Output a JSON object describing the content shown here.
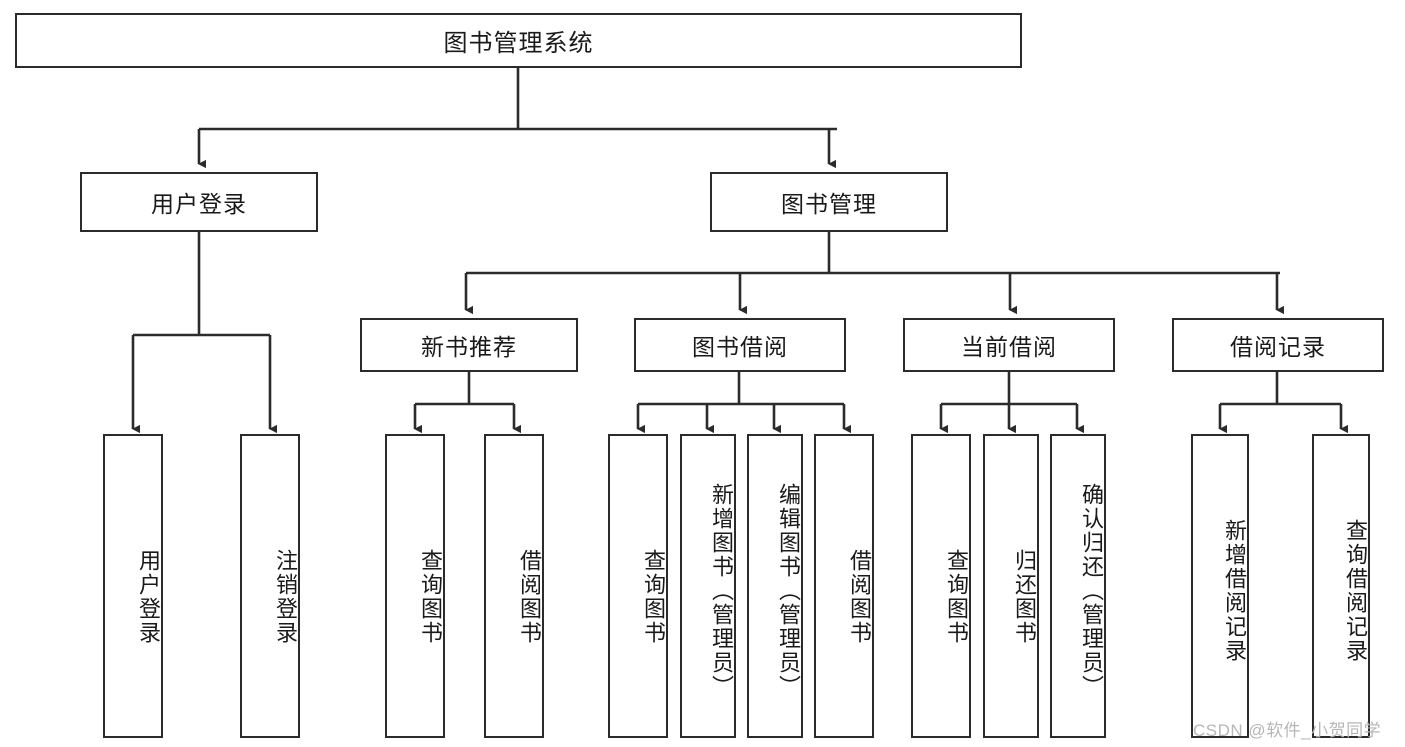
{
  "diagram": {
    "title": "图书管理系统",
    "type": "hierarchy-tree",
    "root": {
      "label": "图书管理系统"
    },
    "level2": [
      {
        "label": "用户登录"
      },
      {
        "label": "图书管理"
      }
    ],
    "level3": [
      {
        "label": "新书推荐"
      },
      {
        "label": "图书借阅"
      },
      {
        "label": "当前借阅"
      },
      {
        "label": "借阅记录"
      }
    ],
    "leaves": [
      {
        "label": "用户登录",
        "parent": "用户登录"
      },
      {
        "label": "注销登录",
        "parent": "用户登录"
      },
      {
        "label": "查询图书",
        "parent": "新书推荐"
      },
      {
        "label": "借阅图书",
        "parent": "新书推荐"
      },
      {
        "label": "查询图书",
        "parent": "图书借阅"
      },
      {
        "label": "新增图书（管理员）",
        "parent": "图书借阅"
      },
      {
        "label": "编辑图书（管理员）",
        "parent": "图书借阅"
      },
      {
        "label": "借阅图书",
        "parent": "图书借阅"
      },
      {
        "label": "查询图书",
        "parent": "当前借阅"
      },
      {
        "label": "归还图书",
        "parent": "当前借阅"
      },
      {
        "label": "确认归还（管理员）",
        "parent": "当前借阅"
      },
      {
        "label": "新增借阅记录",
        "parent": "借阅记录"
      },
      {
        "label": "查询借阅记录",
        "parent": "借阅记录"
      }
    ],
    "colors": {
      "border": "#2b2b2b",
      "background": "#ffffff",
      "text": "#1a1a1a",
      "watermark": "#b7b7b7"
    }
  },
  "watermark": {
    "text": "CSDN @软件_小贺同学"
  }
}
